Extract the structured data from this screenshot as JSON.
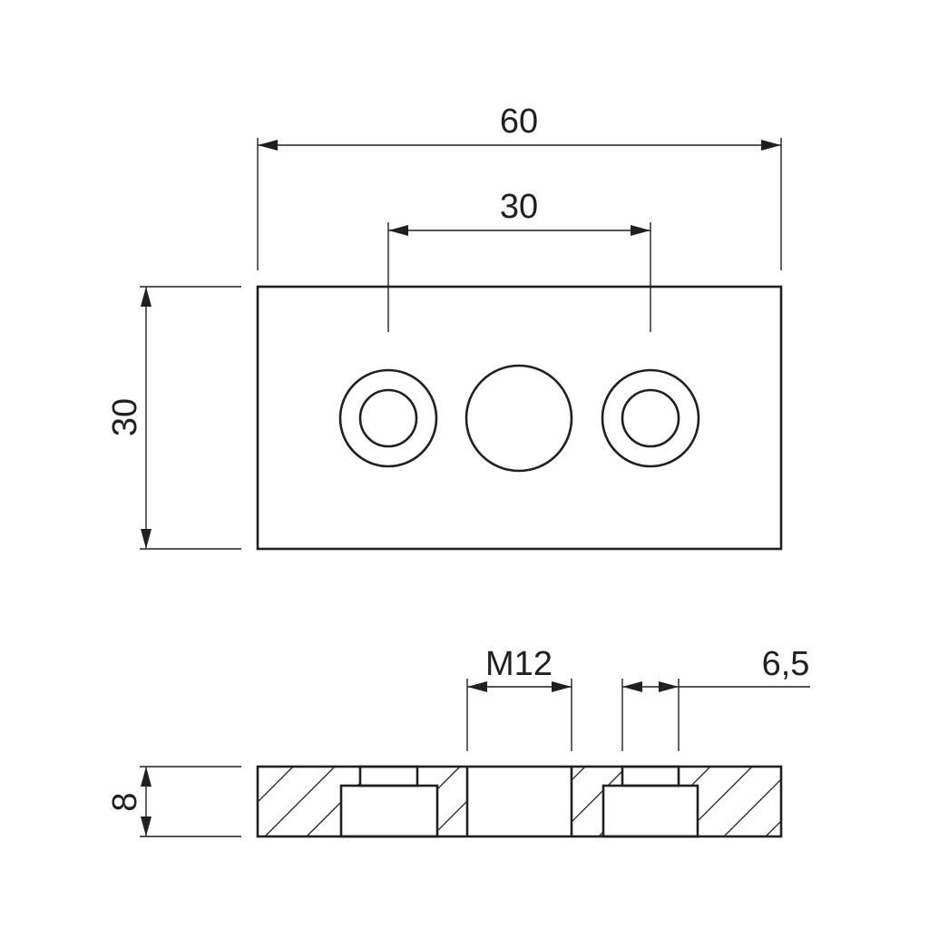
{
  "stroke_color": "#231f20",
  "top_view": {
    "width_overall": "60",
    "hole_spacing": "30",
    "height": "30"
  },
  "section_view": {
    "thread_label": "M12",
    "bore_diameter": "6,5",
    "thickness": "8"
  }
}
